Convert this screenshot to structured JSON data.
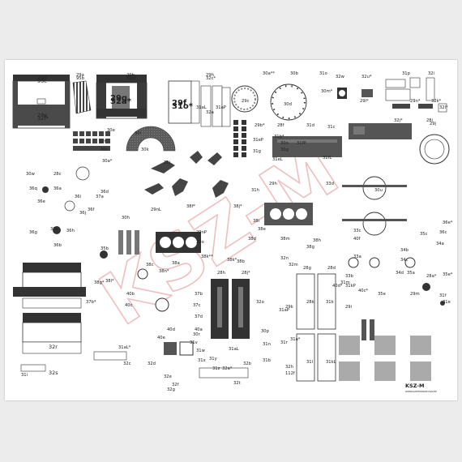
{
  "sheet": {
    "watermark": "KSZ-M",
    "logo_text": "KSZ-M",
    "logo_subtext": "WWW.KARTONOWY.SKLEP"
  },
  "labels": [
    "29d",
    "29a",
    "29g",
    "29b",
    "29h",
    "29e",
    "29f",
    "31aL",
    "32a",
    "31aP",
    "29c",
    "30a**",
    "30b",
    "30d",
    "31o",
    "32w",
    "32u*",
    "31p",
    "32i",
    "30e",
    "30f",
    "30a*",
    "30c",
    "30k",
    "30i",
    "30o",
    "30m*",
    "29l*",
    "29n*",
    "32k*",
    "32l*",
    "32j*",
    "29j",
    "28i",
    "29b*",
    "28f",
    "31b*",
    "31d",
    "31c",
    "31eP",
    "31fP",
    "30g",
    "31g",
    "31eL",
    "31fL",
    "31h",
    "31j",
    "30u",
    "30w",
    "28c",
    "36q",
    "36a",
    "36i",
    "36e",
    "36d",
    "36j",
    "36k",
    "36h",
    "36g",
    "36b",
    "36f",
    "30h",
    "37a",
    "38f*",
    "38j*",
    "29nL",
    "29nP",
    "29o",
    "38d",
    "38e",
    "38i",
    "38m",
    "38h",
    "38g",
    "38k**",
    "38k*",
    "38b",
    "38c",
    "38a",
    "38n*",
    "38l*",
    "38g*",
    "37b*",
    "37b",
    "37c",
    "37d",
    "40a",
    "40b",
    "40c",
    "40d",
    "40e",
    "40f",
    "40d*",
    "40c*",
    "34a",
    "34b",
    "34c",
    "34d",
    "35a",
    "35b",
    "35c",
    "35e",
    "35e*",
    "36c",
    "36e*",
    "28a*",
    "28g",
    "28d",
    "28h",
    "28j*",
    "28k",
    "31k",
    "31l",
    "31kL",
    "31kP",
    "31m",
    "31aP",
    "31aL",
    "31n",
    "31r",
    "31a*",
    "31b",
    "31v",
    "31w",
    "31x",
    "31y",
    "31z",
    "32a*",
    "32b",
    "32c",
    "32d",
    "32e",
    "32f",
    "32g",
    "32h",
    "32m",
    "32n",
    "32o",
    "32r",
    "32s",
    "32t",
    "33a",
    "33b",
    "33c",
    "33d",
    "29h",
    "29i",
    "29k",
    "29m",
    "31e",
    "31f",
    "31i",
    "31aL*",
    "30r",
    "30p",
    "112f",
    "95c",
    "95b",
    "32a*",
    "32d*",
    "32c*",
    "32f*",
    "31o*"
  ]
}
